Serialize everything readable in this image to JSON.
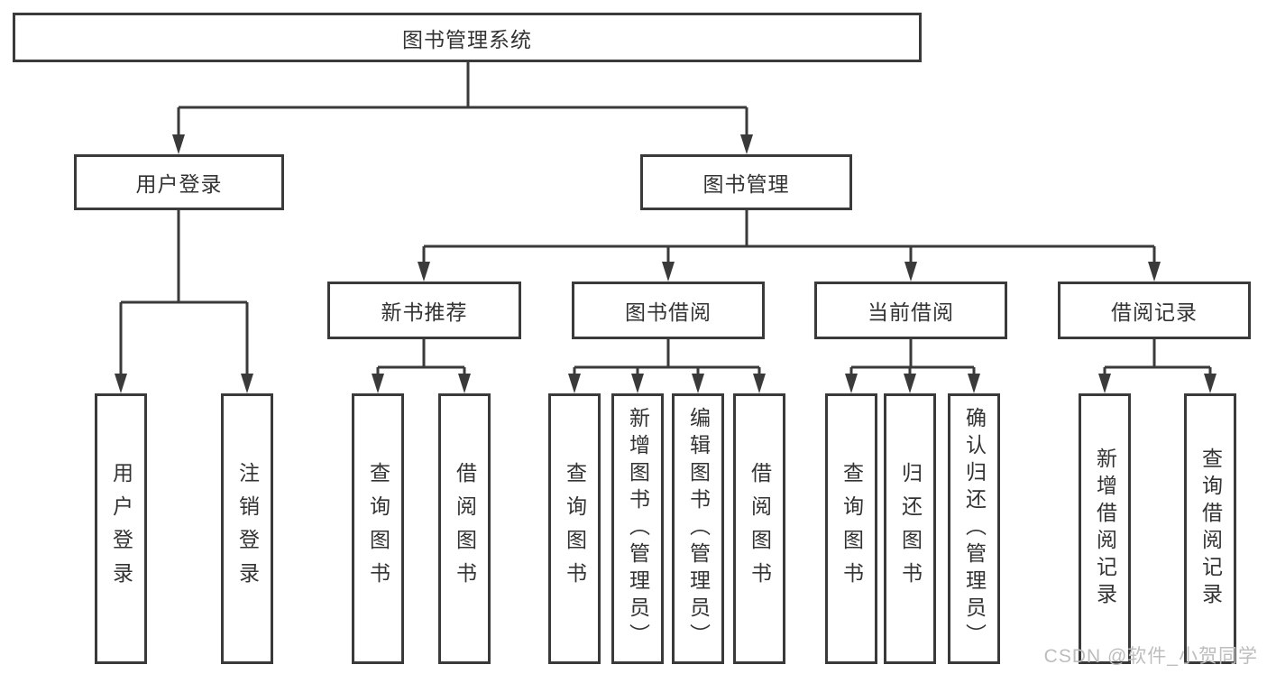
{
  "diagram": {
    "title": "图书管理系统",
    "root": {
      "label": "图书管理系统"
    },
    "branches": [
      {
        "id": "user-login",
        "label": "用户登录"
      },
      {
        "id": "book-management",
        "label": "图书管理"
      }
    ],
    "modules": [
      {
        "id": "new-book-recommend",
        "label": "新书推荐",
        "parent": "图书管理"
      },
      {
        "id": "book-borrow",
        "label": "图书借阅",
        "parent": "图书管理"
      },
      {
        "id": "current-borrow",
        "label": "当前借阅",
        "parent": "图书管理"
      },
      {
        "id": "borrow-record",
        "label": "借阅记录",
        "parent": "图书管理"
      }
    ],
    "leaves": [
      {
        "parent": "用户登录",
        "label": "用户登录"
      },
      {
        "parent": "用户登录",
        "label": "注销登录"
      },
      {
        "parent": "新书推荐",
        "label": "查询图书"
      },
      {
        "parent": "新书推荐",
        "label": "借阅图书"
      },
      {
        "parent": "图书借阅",
        "label": "查询图书"
      },
      {
        "parent": "图书借阅",
        "label": "新增图书（管理员）"
      },
      {
        "parent": "图书借阅",
        "label": "编辑图书（管理员）"
      },
      {
        "parent": "图书借阅",
        "label": "借阅图书"
      },
      {
        "parent": "当前借阅",
        "label": "查询图书"
      },
      {
        "parent": "当前借阅",
        "label": "归还图书"
      },
      {
        "parent": "当前借阅",
        "label": "确认归还（管理员）"
      },
      {
        "parent": "借阅记录",
        "label": "新增借阅记录"
      },
      {
        "parent": "借阅记录",
        "label": "查询借阅记录"
      }
    ]
  },
  "watermark": {
    "text": "CSDN @软件_小贺同学"
  },
  "colors": {
    "line": "#3a3a3a",
    "text": "#333333",
    "box_background": "#ffffff",
    "watermark": "#bdbdbd",
    "page_background": "#ffffff"
  }
}
